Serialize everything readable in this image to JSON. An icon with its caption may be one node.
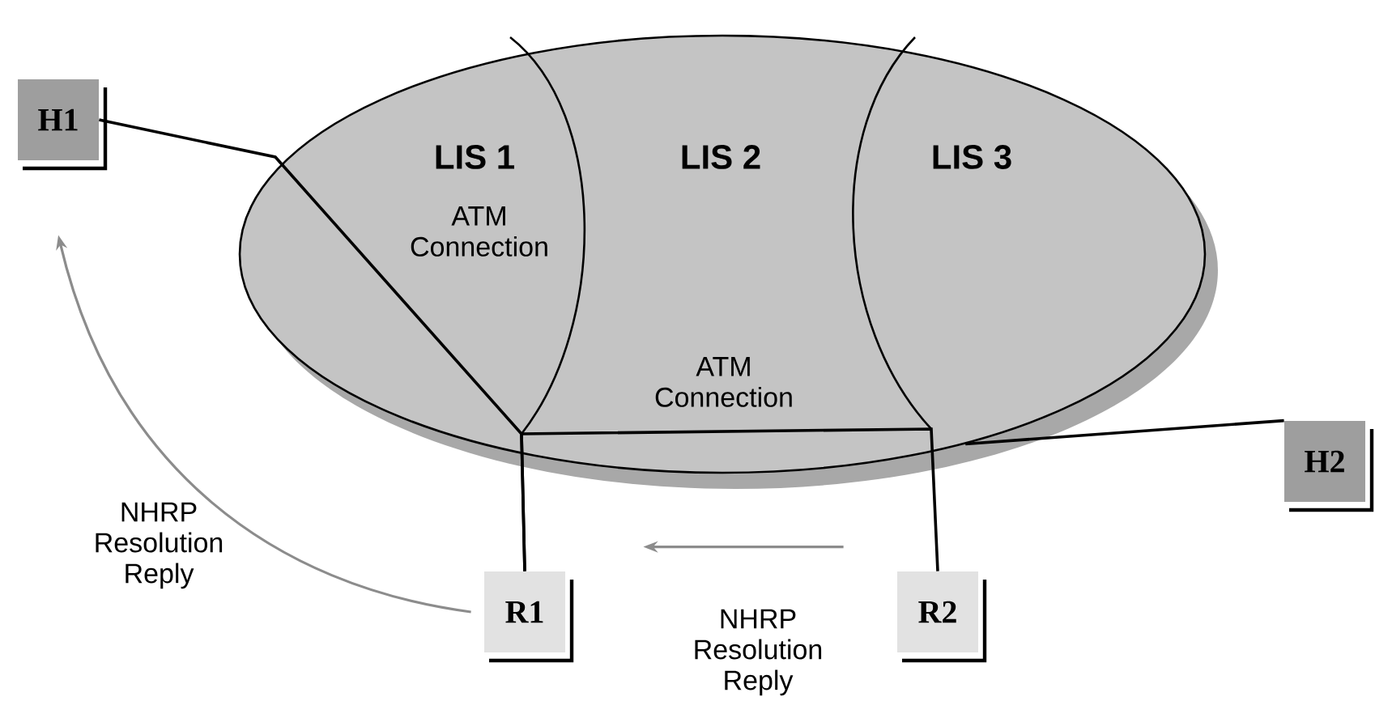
{
  "diagram": {
    "nodes": [
      {
        "text": [],
        "shape": "ellipse"
      },
      {
        "text": [
          "LIS 1"
        ],
        "in": 0
      },
      {
        "text": [
          "LIS 2"
        ],
        "in": 0
      },
      {
        "text": [
          "LIS 3"
        ],
        "in": 0
      },
      {
        "text": [
          "H1"
        ]
      },
      {
        "text": [
          "H2"
        ]
      },
      {
        "text": [
          "R1"
        ]
      },
      {
        "text": [
          "R2"
        ]
      }
    ],
    "edges": [
      {
        "from": 4,
        "to": 6,
        "arrow": "none",
        "label": "ATM Connection"
      },
      {
        "from": 6,
        "to": 7,
        "arrow": "none",
        "label": "ATM Connection"
      },
      {
        "from": 5,
        "to": 0,
        "arrow": "none"
      },
      {
        "from": 6,
        "to": 4,
        "arrow": "to",
        "label": "NHRP Resolution Reply",
        "color": "#8c8c8c"
      },
      {
        "from": 7,
        "to": 6,
        "arrow": "to",
        "label": "NHRP Resolution Reply",
        "color": "#8c8c8c"
      }
    ]
  }
}
